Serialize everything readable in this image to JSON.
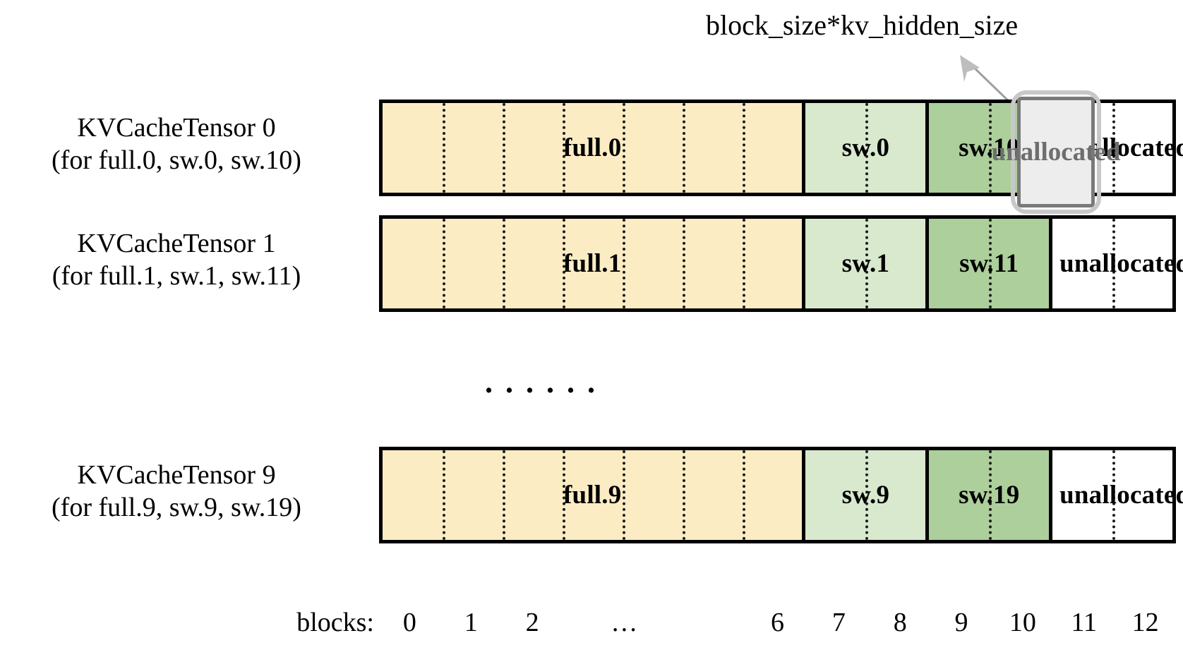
{
  "annotation": {
    "text": "block_size*kv_hidden_size",
    "arrow_icon": "arrow-up-right-icon",
    "color": "#9E9E9E"
  },
  "colors": {
    "full": "#FCECC4",
    "sw_light": "#D8E9CE",
    "sw_dark": "#ADCF9B",
    "unallocated": "#FFFFFF",
    "border": "#000000",
    "highlight_border": "#7A7A7A",
    "highlight_fill": "#EDEDED",
    "highlight_text": "#6E6E6E"
  },
  "rows": [
    {
      "label_line1": "KVCacheTensor 0",
      "label_line2": "(for full.0, sw.0, sw.10)",
      "segments": [
        {
          "name": "full.0",
          "kind": "full",
          "blocks": 7
        },
        {
          "name": "sw.0",
          "kind": "sw_light",
          "blocks": 2
        },
        {
          "name": "sw.10",
          "kind": "sw_dark",
          "blocks": 2
        },
        {
          "name": "unallocated",
          "kind": "unallocated",
          "blocks": 2
        }
      ],
      "highlighted": true
    },
    {
      "label_line1": "KVCacheTensor 1",
      "label_line2": "(for full.1, sw.1, sw.11)",
      "segments": [
        {
          "name": "full.1",
          "kind": "full",
          "blocks": 7
        },
        {
          "name": "sw.1",
          "kind": "sw_light",
          "blocks": 2
        },
        {
          "name": "sw.11",
          "kind": "sw_dark",
          "blocks": 2
        },
        {
          "name": "unallocated",
          "kind": "unallocated",
          "blocks": 2
        }
      ],
      "highlighted": false
    },
    {
      "label_line1": "KVCacheTensor 9",
      "label_line2": "(for full.9, sw.9, sw.19)",
      "segments": [
        {
          "name": "full.9",
          "kind": "full",
          "blocks": 7
        },
        {
          "name": "sw.9",
          "kind": "sw_light",
          "blocks": 2
        },
        {
          "name": "sw.19",
          "kind": "sw_dark",
          "blocks": 2
        },
        {
          "name": "unallocated",
          "kind": "unallocated",
          "blocks": 2
        }
      ],
      "highlighted": false
    }
  ],
  "ellipsis": "......",
  "axis": {
    "caption": "blocks:",
    "ticks": [
      "0",
      "1",
      "2",
      "…",
      "6",
      "7",
      "8",
      "9",
      "10",
      "11",
      "12"
    ],
    "tick_block_index": [
      0,
      1,
      2,
      3.5,
      6,
      7,
      8,
      9,
      10,
      11,
      12
    ],
    "total_blocks": 13
  },
  "highlight": {
    "label": "unallocated",
    "covers_block": 11
  }
}
